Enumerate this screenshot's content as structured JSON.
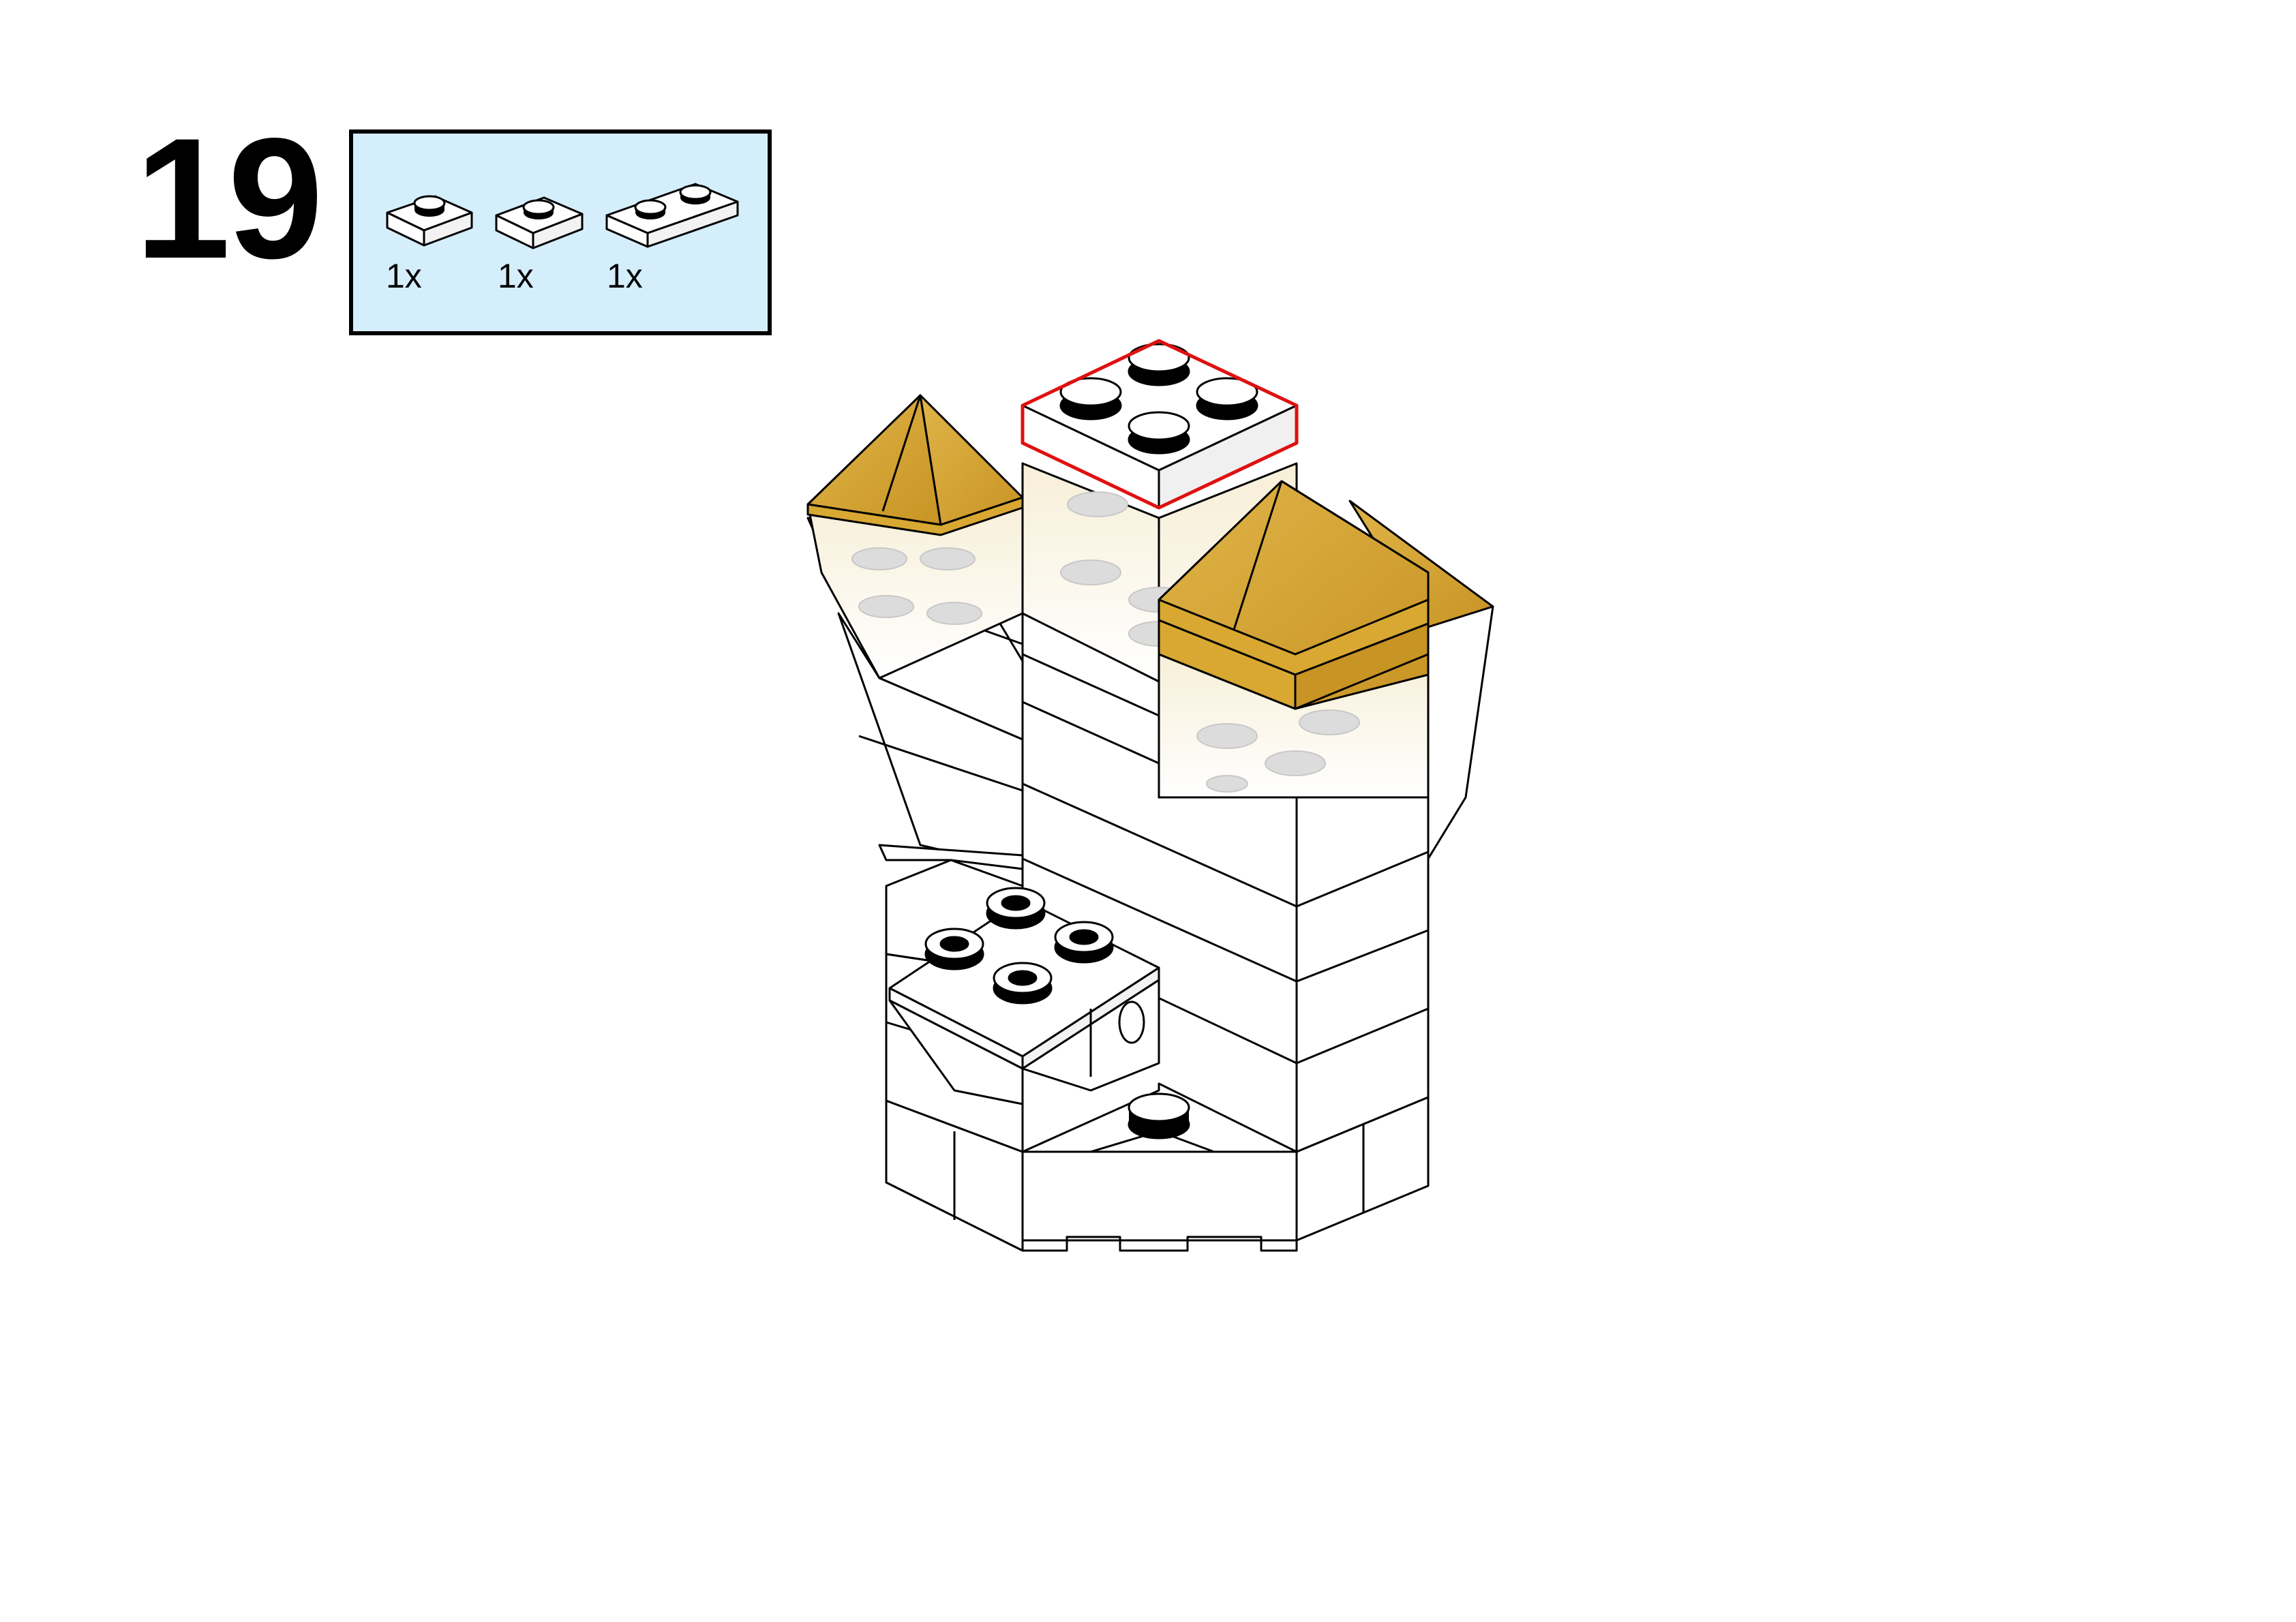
{
  "step": {
    "number": "19"
  },
  "parts_list": {
    "background_color": "#d5eefc",
    "items": [
      {
        "icon": "plate-1x1-round-stud-icon",
        "quantity": "1x"
      },
      {
        "icon": "plate-1x1-icon",
        "quantity": "1x"
      },
      {
        "icon": "plate-1x2-icon",
        "quantity": "1x"
      }
    ]
  },
  "model": {
    "icon": "lego-castle-model-illustration",
    "roof_color": "#d8a832",
    "highlight_color": "#e01010"
  }
}
